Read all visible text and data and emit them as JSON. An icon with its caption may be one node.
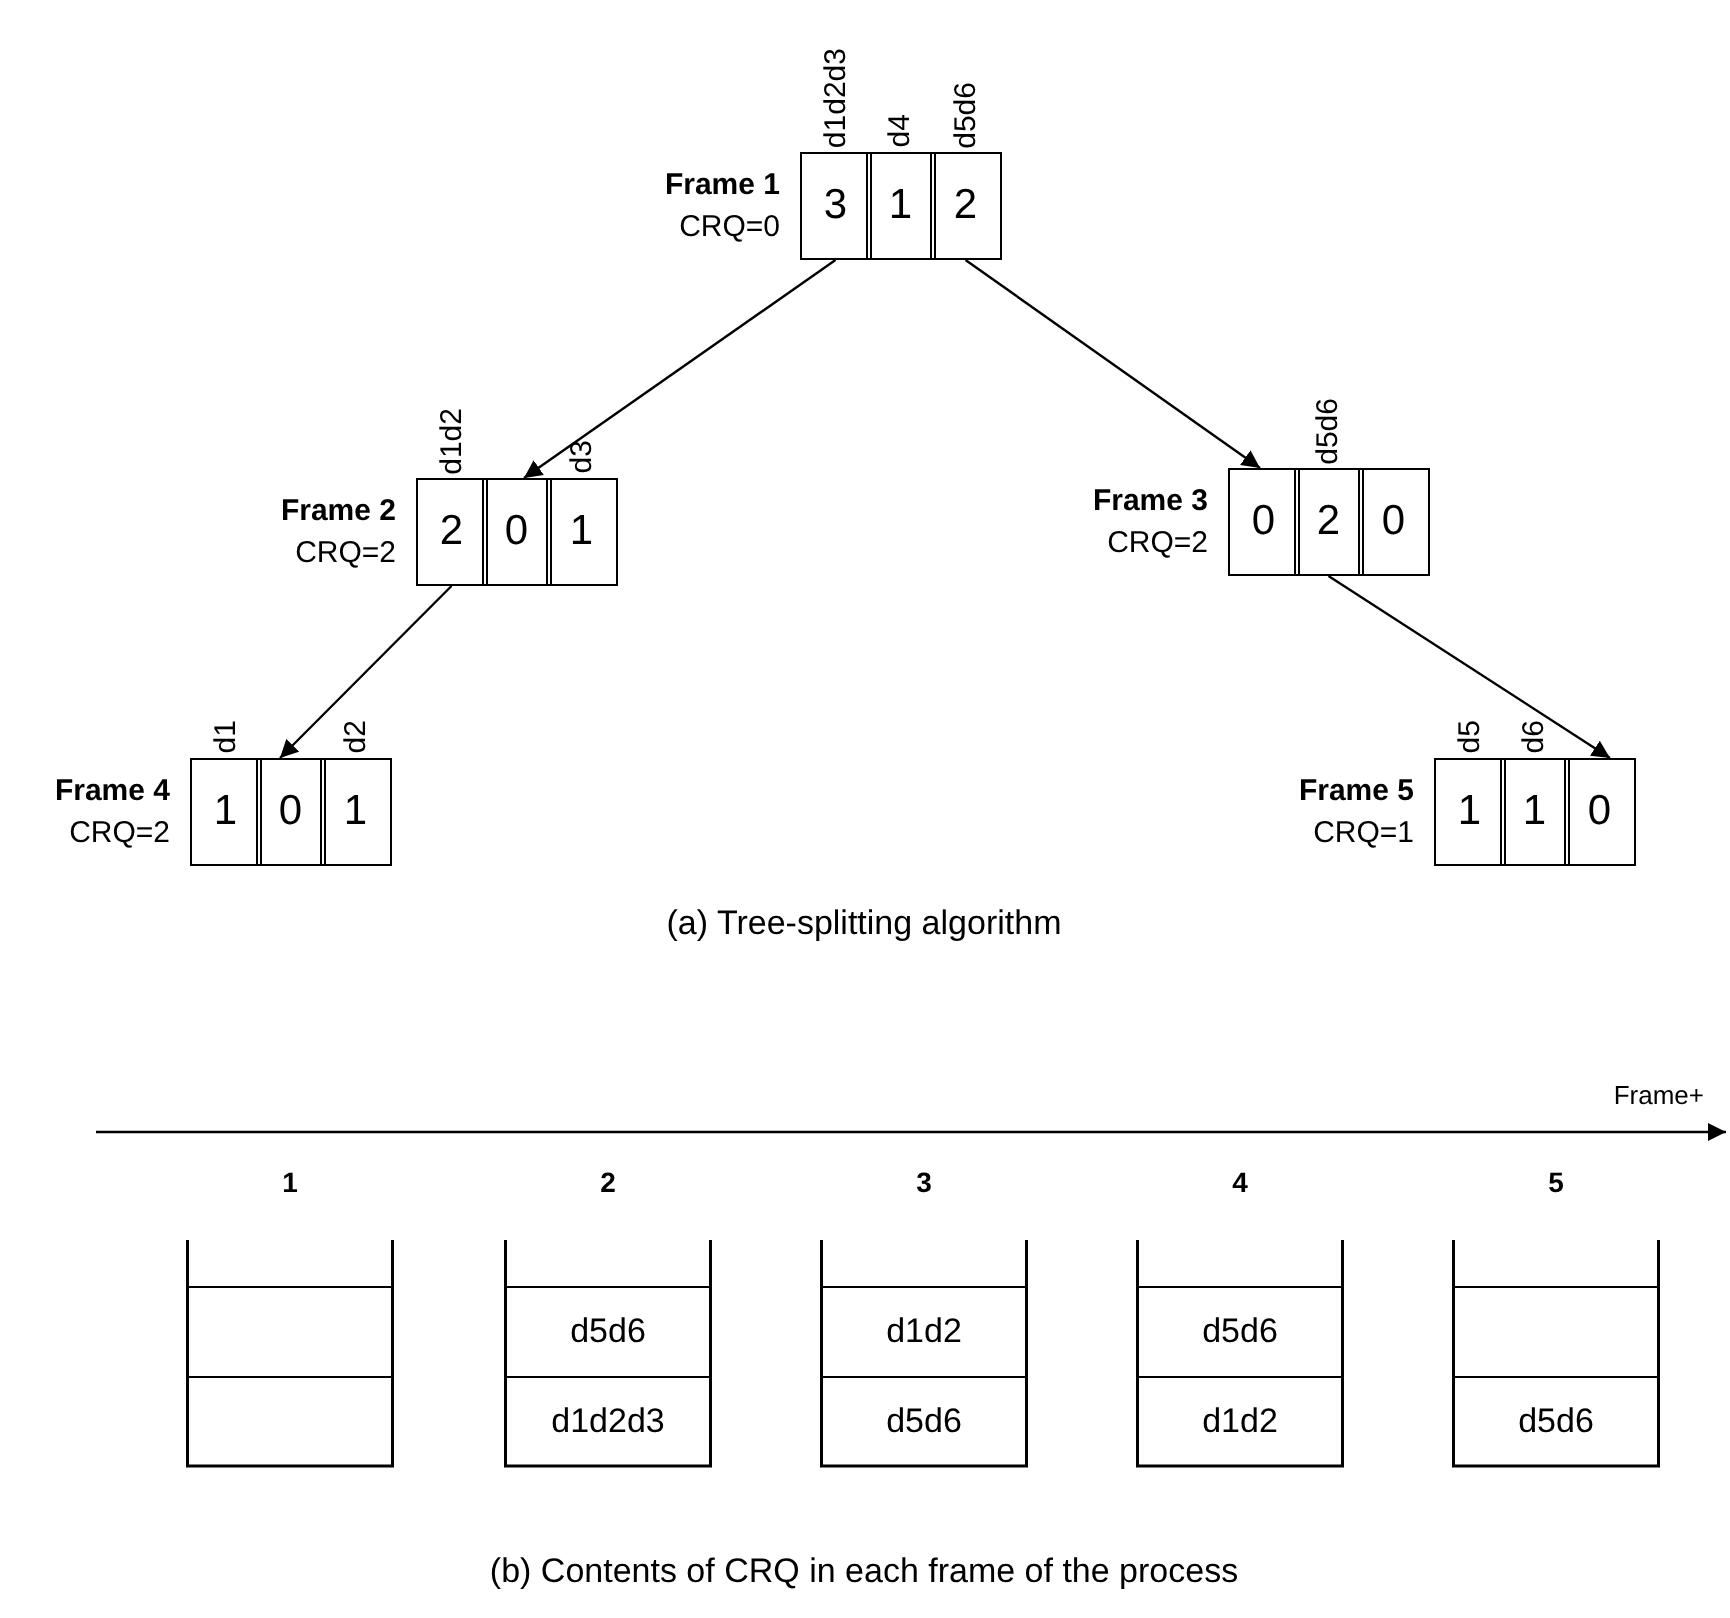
{
  "diagram": {
    "nodes": [
      {
        "text": [
          "Frame 1",
          "CRQ=0"
        ]
      },
      {
        "text": [
          "3"
        ],
        "in": 0,
        "beside": [
          "d1d2d3"
        ]
      },
      {
        "text": [
          "1"
        ],
        "in": 0,
        "beside": [
          "d4"
        ]
      },
      {
        "text": [
          "2"
        ],
        "in": 0,
        "beside": [
          "d5d6"
        ]
      },
      {
        "text": [
          "Frame 2",
          "CRQ=2"
        ]
      },
      {
        "text": [
          "2"
        ],
        "in": 4,
        "beside": [
          "d1d2"
        ]
      },
      {
        "text": [
          "0"
        ],
        "in": 4
      },
      {
        "text": [
          "1"
        ],
        "in": 4,
        "beside": [
          "d3"
        ]
      },
      {
        "text": [
          "Frame 3",
          "CRQ=2"
        ]
      },
      {
        "text": [
          "0"
        ],
        "in": 8
      },
      {
        "text": [
          "2"
        ],
        "in": 8,
        "beside": [
          "d5d6"
        ]
      },
      {
        "text": [
          "0"
        ],
        "in": 8
      },
      {
        "text": [
          "Frame 4",
          "CRQ=2"
        ]
      },
      {
        "text": [
          "1"
        ],
        "in": 12,
        "beside": [
          "d1"
        ]
      },
      {
        "text": [
          "0"
        ],
        "in": 12
      },
      {
        "text": [
          "1"
        ],
        "in": 12,
        "beside": [
          "d2"
        ]
      },
      {
        "text": [
          "Frame 5",
          "CRQ=1"
        ]
      },
      {
        "text": [
          "1"
        ],
        "in": 16,
        "beside": [
          "d5"
        ]
      },
      {
        "text": [
          "1"
        ],
        "in": 16,
        "beside": [
          "d6"
        ]
      },
      {
        "text": [
          "0"
        ],
        "in": 16
      },
      {
        "text": [
          "1"
        ]
      },
      {
        "text": [],
        "shape": "box",
        "in": 20
      },
      {
        "text": [],
        "shape": "box",
        "in": 20
      },
      {
        "text": [
          "2"
        ]
      },
      {
        "text": [
          "d5d6"
        ],
        "in": 23
      },
      {
        "text": [
          "d1d2d3"
        ],
        "in": 23
      },
      {
        "text": [
          "3"
        ]
      },
      {
        "text": [
          "d1d2"
        ],
        "in": 26
      },
      {
        "text": [
          "d5d6"
        ],
        "in": 26
      },
      {
        "text": [
          "4"
        ]
      },
      {
        "text": [
          "d5d6"
        ],
        "in": 29
      },
      {
        "text": [
          "d1d2"
        ],
        "in": 29
      },
      {
        "text": [
          "5"
        ]
      },
      {
        "text": [],
        "shape": "box",
        "in": 32
      },
      {
        "text": [
          "d5d6"
        ],
        "in": 32
      }
    ],
    "edges": [
      {
        "from": 1,
        "to": 4,
        "arrow": "to"
      },
      {
        "from": 3,
        "to": 8,
        "arrow": "to"
      },
      {
        "from": 5,
        "to": 12,
        "arrow": "to"
      },
      {
        "from": 10,
        "to": 16,
        "arrow": "to"
      }
    ],
    "labels": [
      "(a) Tree-splitting algorithm",
      "Frame+",
      "(b) Contents of CRQ in each frame of the process"
    ]
  }
}
